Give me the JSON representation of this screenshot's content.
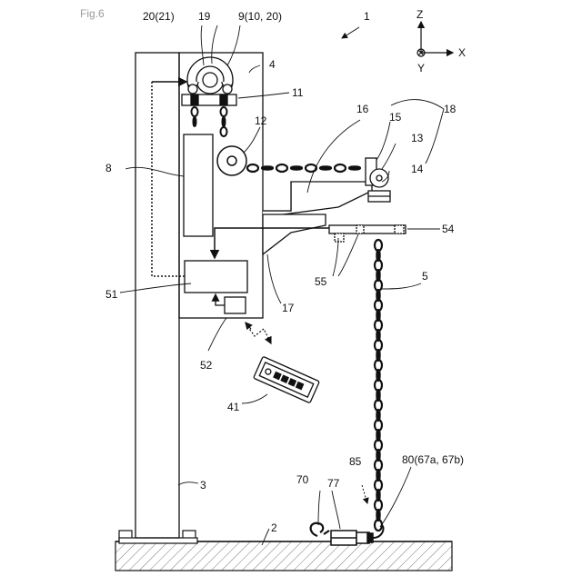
{
  "figure": {
    "title": "Fig.6"
  },
  "labels": {
    "l1": "1",
    "l2": "2",
    "l3": "3",
    "l4": "4",
    "l5": "5",
    "l8": "8",
    "l9": "9(10, 20)",
    "l11": "11",
    "l12": "12",
    "l13": "13",
    "l14": "14",
    "l15": "15",
    "l16": "16",
    "l17": "17",
    "l18": "18",
    "l19": "19",
    "l20": "20(21)",
    "l41": "41",
    "l51": "51",
    "l52": "52",
    "l54": "54",
    "l55": "55",
    "l70": "70",
    "l77": "77",
    "l80": "80(67a, 67b)",
    "l85": "85"
  },
  "axes": {
    "z": "Z",
    "x": "X",
    "y": "Y"
  }
}
